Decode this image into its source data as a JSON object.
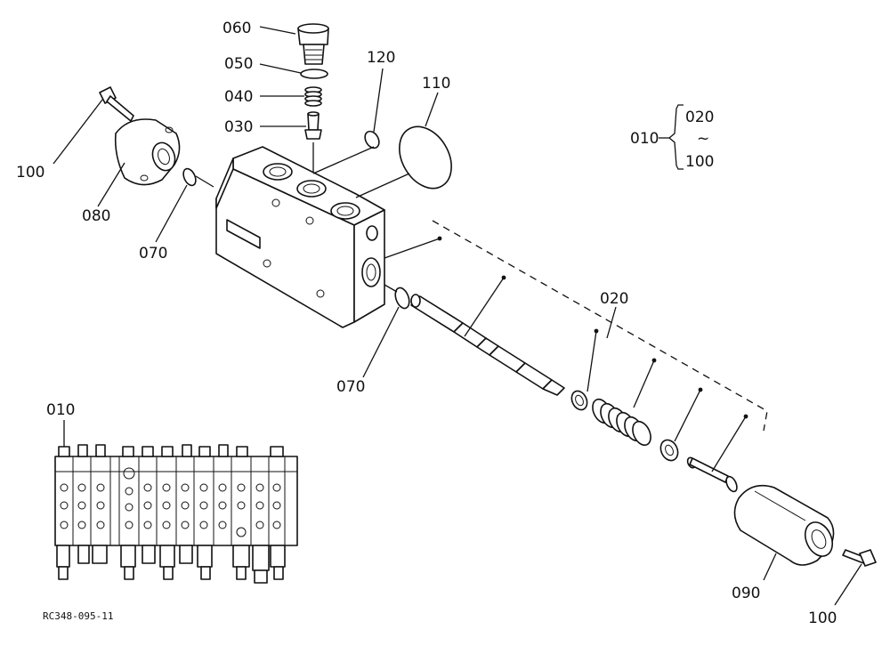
{
  "labels": {
    "p060": "060",
    "p050": "050",
    "p040": "040",
    "p030": "030",
    "p120": "120",
    "p110": "110",
    "p100_top": "100",
    "p080": "080",
    "p070_left": "070",
    "p070_mid": "070",
    "p020": "020",
    "p010_bottom": "010",
    "p090": "090",
    "p100_bottom": "100"
  },
  "legend": {
    "assembly": "010",
    "range_start": "020",
    "range_sep": "~",
    "range_end": "100"
  },
  "drawing_code": "RC348-095-11"
}
